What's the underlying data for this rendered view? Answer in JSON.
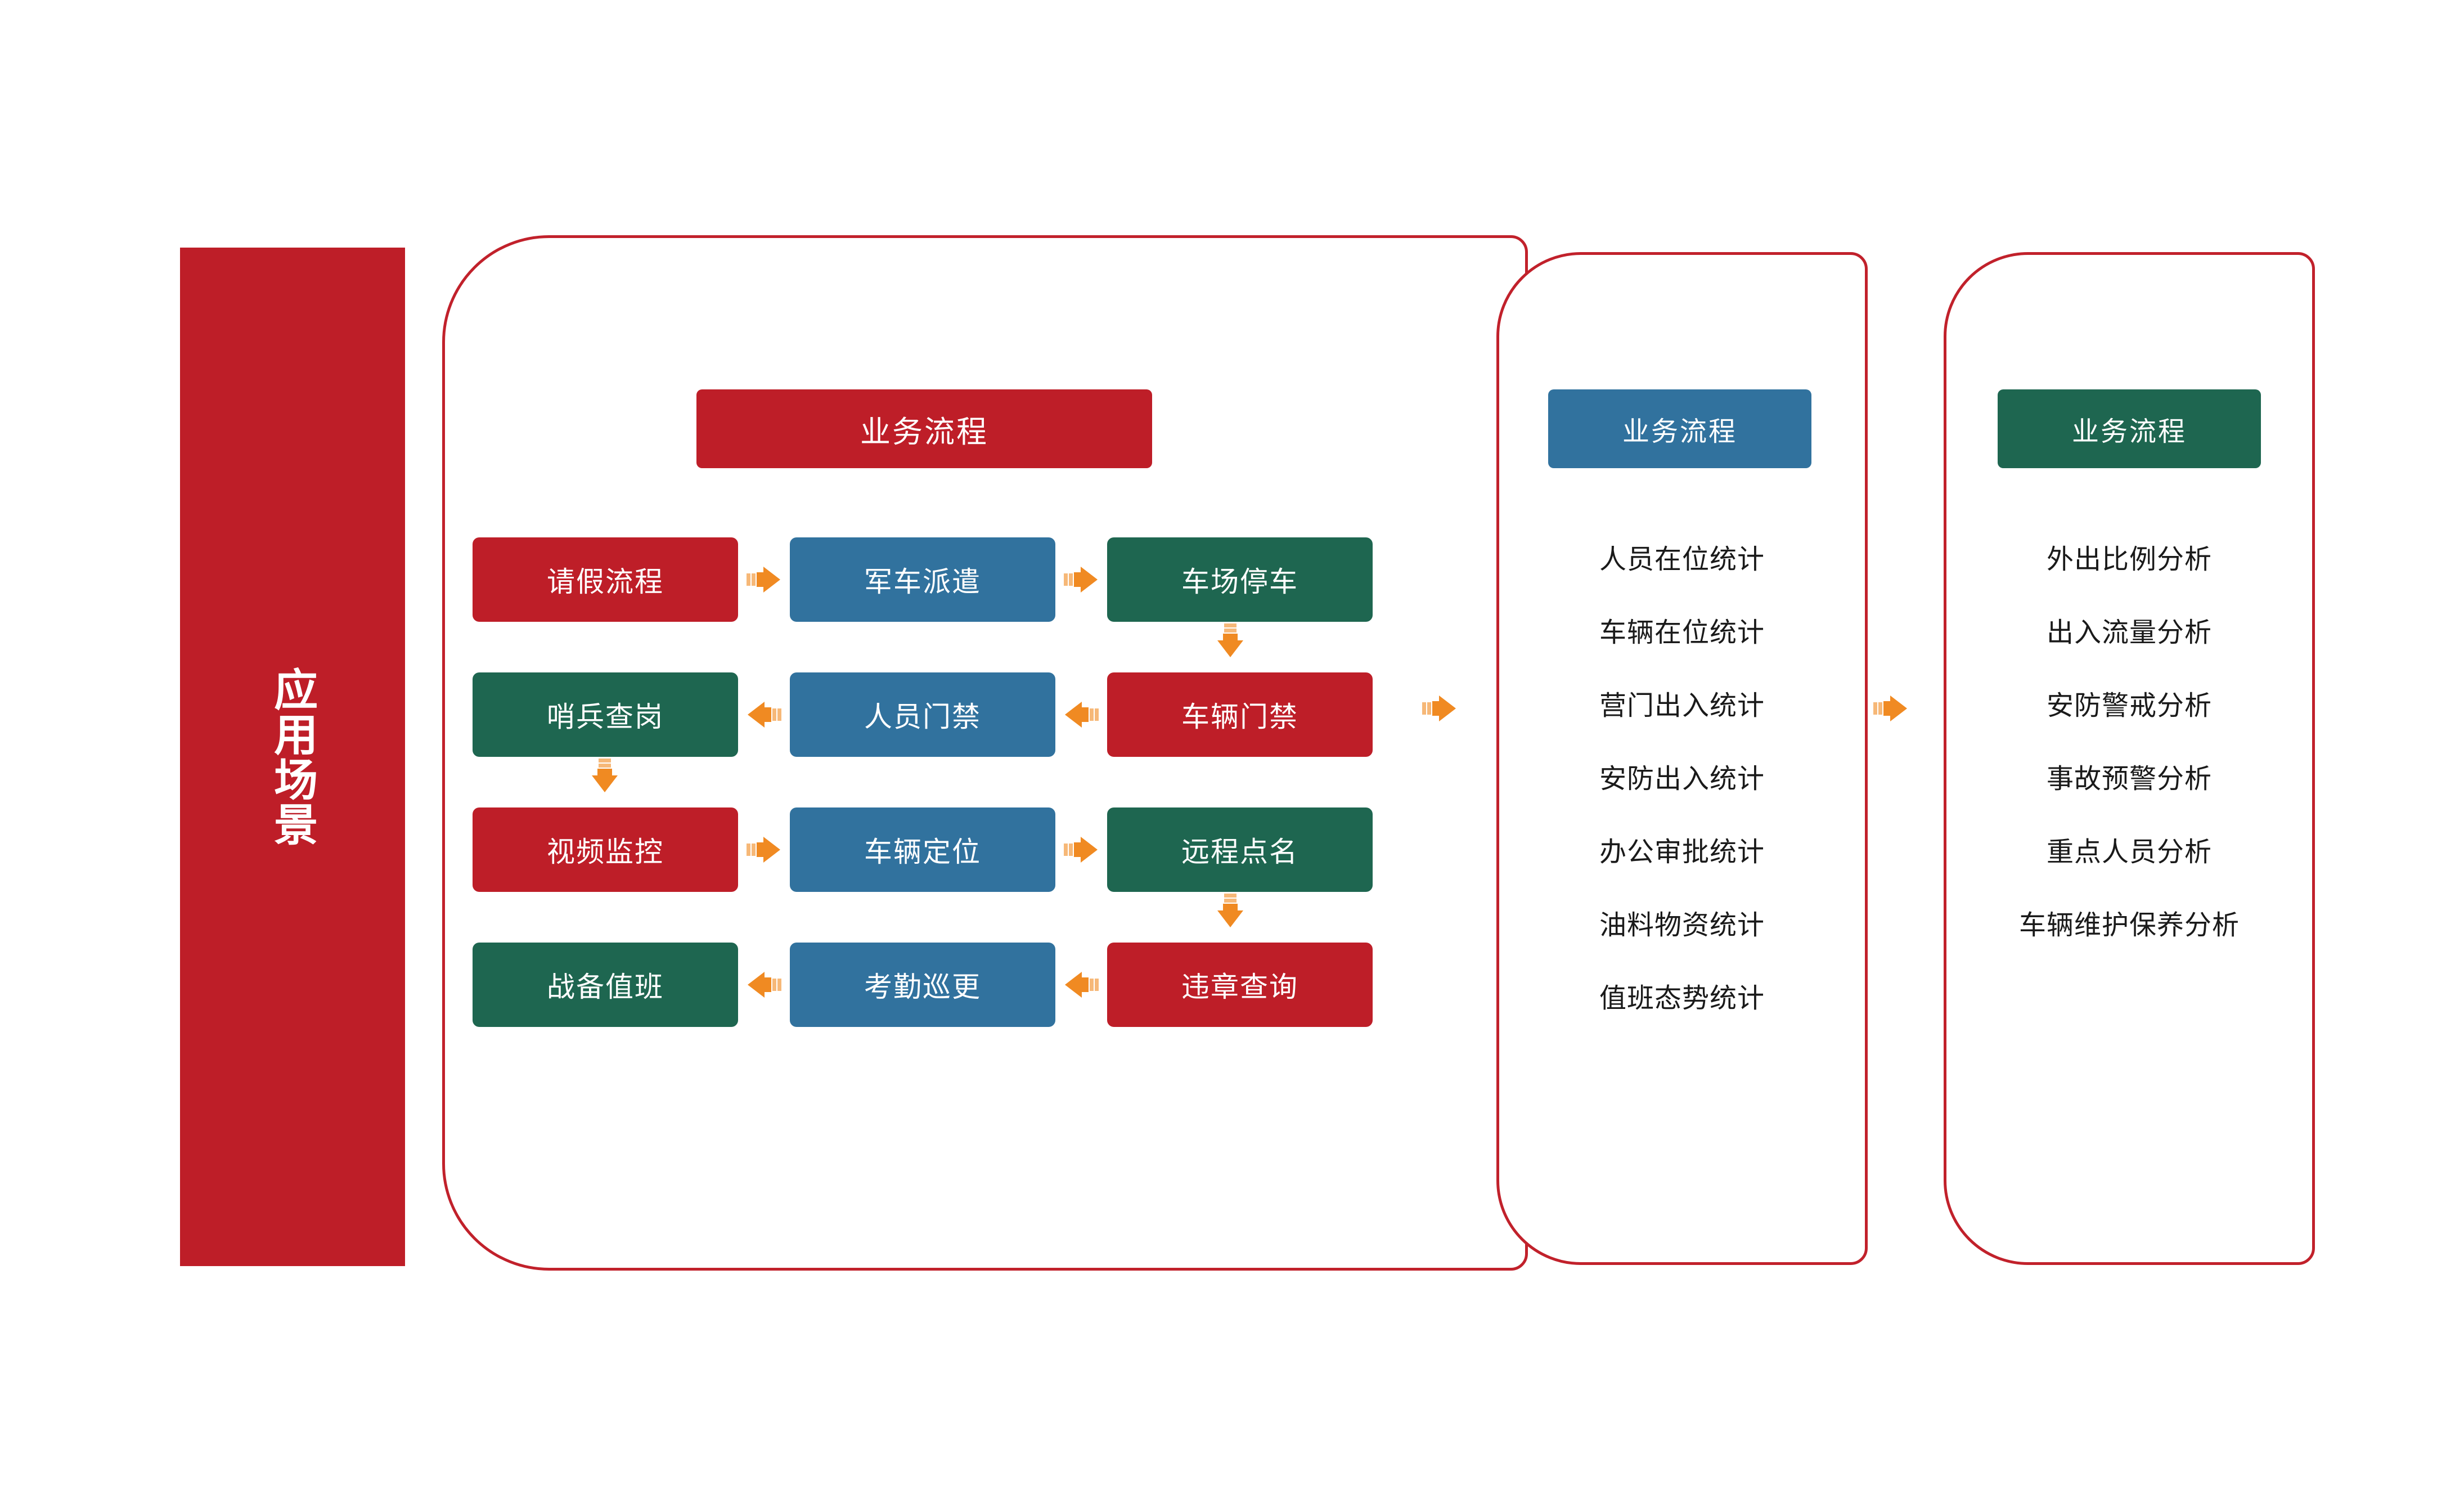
{
  "banner": {
    "label": "应用场景"
  },
  "colors": {
    "red": "#BE1E28",
    "blue": "#31729E",
    "green": "#1E6650",
    "arrow_orange": "#F08A22",
    "panel_border": "#C1212B"
  },
  "flow_panel": {
    "header": "业务流程",
    "rows": [
      {
        "direction": "right",
        "nodes": [
          {
            "label": "请假流程",
            "color": "red"
          },
          {
            "label": "军车派遣",
            "color": "blue"
          },
          {
            "label": "车场停车",
            "color": "green"
          }
        ]
      },
      {
        "direction": "left",
        "nodes": [
          {
            "label": "哨兵查岗",
            "color": "green"
          },
          {
            "label": "人员门禁",
            "color": "blue"
          },
          {
            "label": "车辆门禁",
            "color": "red"
          }
        ]
      },
      {
        "direction": "right",
        "nodes": [
          {
            "label": "视频监控",
            "color": "red"
          },
          {
            "label": "车辆定位",
            "color": "blue"
          },
          {
            "label": "远程点名",
            "color": "green"
          }
        ]
      },
      {
        "direction": "left",
        "nodes": [
          {
            "label": "战备值班",
            "color": "green"
          },
          {
            "label": "考勤巡更",
            "color": "blue"
          },
          {
            "label": "违章查询",
            "color": "red"
          }
        ]
      }
    ],
    "vertical_arrows": [
      {
        "from": "车场停车",
        "to": "车辆门禁",
        "direction": "down"
      },
      {
        "from": "哨兵查岗",
        "to": "视频监控",
        "direction": "down"
      },
      {
        "from": "远程点名",
        "to": "违章查询",
        "direction": "down"
      }
    ]
  },
  "stats_panel": {
    "header": "业务流程",
    "items": [
      "人员在位统计",
      "车辆在位统计",
      "营门出入统计",
      "安防出入统计",
      "办公审批统计",
      "油料物资统计",
      "值班态势统计"
    ]
  },
  "analysis_panel": {
    "header": "业务流程",
    "items": [
      "外出比例分析",
      "出入流量分析",
      "安防警戒分析",
      "事故预警分析",
      "重点人员分析",
      "车辆维护保养分析"
    ]
  },
  "panel_arrows": [
    {
      "direction": "right",
      "name": "flow-to-stats"
    },
    {
      "direction": "right",
      "name": "stats-to-analysis"
    }
  ]
}
